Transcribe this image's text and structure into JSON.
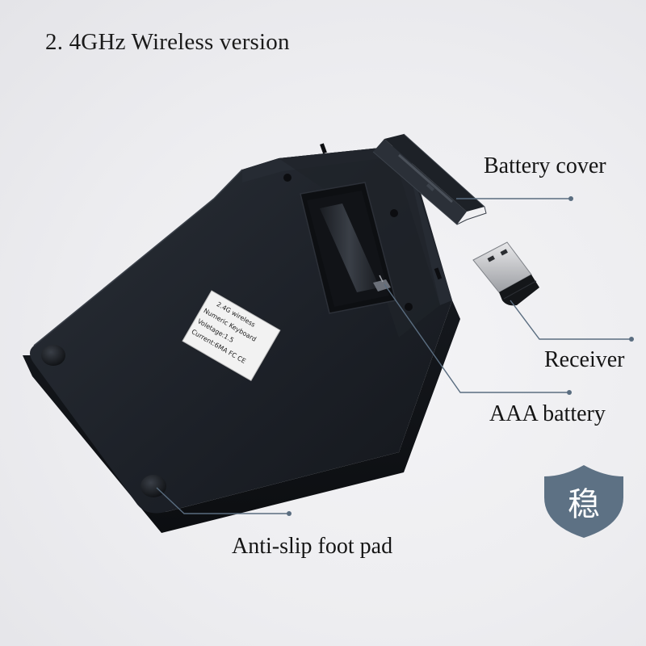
{
  "heading": "2. 4GHz Wireless version",
  "labels": {
    "battery_cover": "Battery cover",
    "receiver": "Receiver",
    "aaa_battery": "AAA battery",
    "foot_pad": "Anti-slip foot pad"
  },
  "sticker": {
    "line1": "2.4G wireless",
    "line2": "Numeric Keyboard",
    "line3": "Voletage:1.5",
    "line4": "Current:6MA FC CE"
  },
  "shield_char": "稳",
  "colors": {
    "keyboard_body": "#1e2229",
    "callout_line": "#5a6d80",
    "shield": "#5d7184",
    "text": "#151515"
  }
}
